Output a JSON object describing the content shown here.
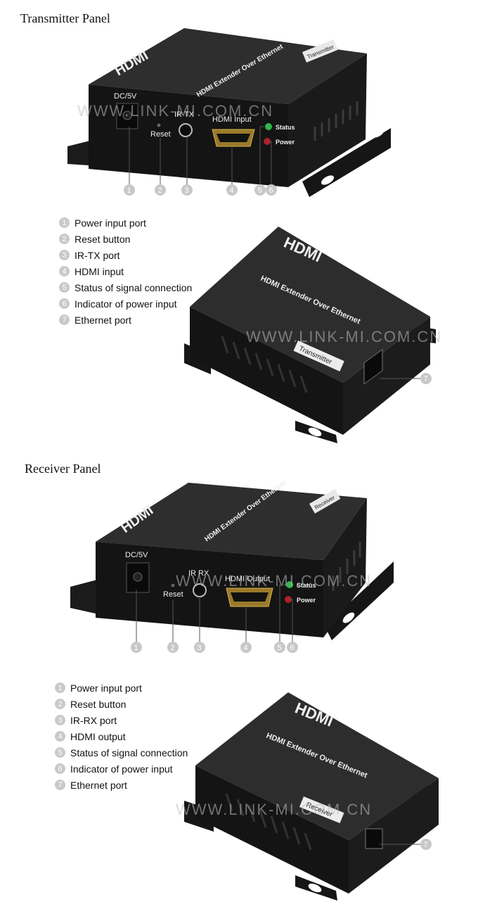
{
  "watermark": "WWW.LINK-MI.COM.CN",
  "transmitter": {
    "title": "Transmitter Panel",
    "front": {
      "dc": "DC/5V",
      "reset": "Reset",
      "ir": "IR  TX",
      "hdmi": "HDMI Input",
      "status": "Status",
      "power": "Power",
      "brand": "HDMI",
      "top_text": "HDMI Extender Over Ethernet",
      "badge": "Transmitter"
    },
    "callouts": [
      "1",
      "2",
      "3",
      "4",
      "5",
      "6"
    ],
    "legend": [
      {
        "num": "1",
        "label": "Power input port"
      },
      {
        "num": "2",
        "label": "Reset button"
      },
      {
        "num": "3",
        "label": "IR-TX port"
      },
      {
        "num": "4",
        "label": "HDMI input"
      },
      {
        "num": "5",
        "label": "Status of signal connection"
      },
      {
        "num": "6",
        "label": "Indicator of power input"
      },
      {
        "num": "7",
        "label": "Ethernet port"
      }
    ],
    "rear": {
      "brand": "HDMI",
      "top_text": "HDMI Extender Over Ethernet",
      "badge": "Transmitter",
      "callout": "7"
    }
  },
  "receiver": {
    "title": "Receiver Panel",
    "front": {
      "dc": "DC/5V",
      "reset": "Reset",
      "ir": "IR RX",
      "hdmi": "HDMI Output",
      "status": "Status",
      "power": "Power",
      "brand": "HDMI",
      "top_text": "HDMI Extender Over Ethernet",
      "badge": "Receiver"
    },
    "callouts": [
      "1",
      "2",
      "3",
      "4",
      "5",
      "6"
    ],
    "legend": [
      {
        "num": "1",
        "label": "Power input port"
      },
      {
        "num": "2",
        "label": "Reset button"
      },
      {
        "num": "3",
        "label": "IR-RX port"
      },
      {
        "num": "4",
        "label": "HDMI output"
      },
      {
        "num": "5",
        "label": "Status of signal connection"
      },
      {
        "num": "6",
        "label": "Indicator of power input"
      },
      {
        "num": "7",
        "label": "Ethernet port"
      }
    ],
    "rear": {
      "brand": "HDMI",
      "top_text": "HDMI Extender Over Ethernet",
      "badge": "Receiver",
      "callout": "7"
    }
  }
}
